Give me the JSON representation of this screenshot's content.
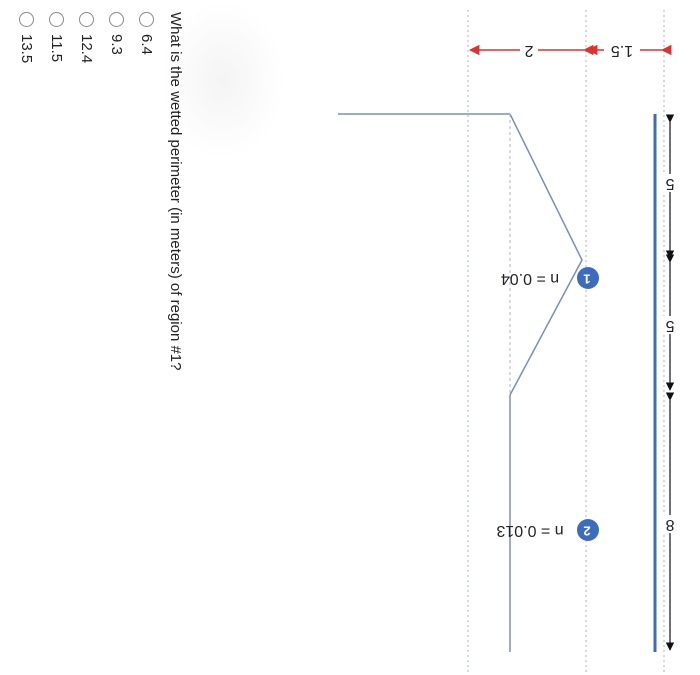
{
  "figure": {
    "dimensions": {
      "left_offset": "1.5",
      "top_width": "2",
      "depth_1": "5",
      "depth_2": "5",
      "depth_3": "8"
    },
    "regions": [
      {
        "number": "1",
        "manning": "n = 0.04"
      },
      {
        "number": "2",
        "manning": "n = 0.013"
      }
    ],
    "colors": {
      "dimension_arrow": "#e03030",
      "water_surface": "#3b6cc0",
      "channel_wall": "#7a8fb8",
      "region_badge": "#3b6cc0",
      "divider": "#a9b8d6"
    }
  },
  "question": {
    "text": "What is the wetted perimeter (in meters) of region #1?",
    "options": [
      "6.4",
      "9.3",
      "12.4",
      "11.5",
      "13.5"
    ]
  }
}
